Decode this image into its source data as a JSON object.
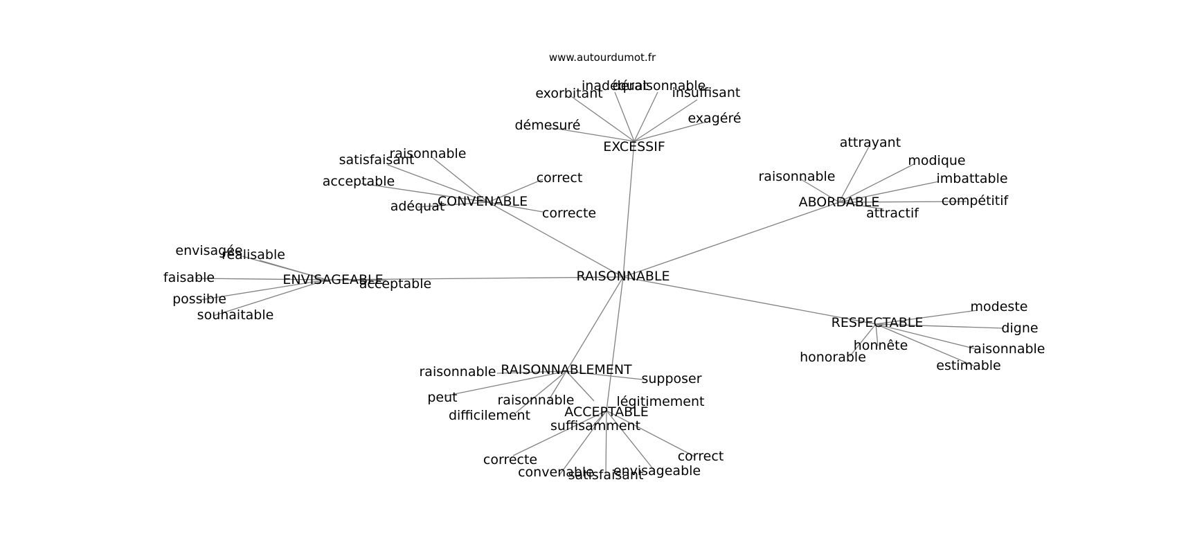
{
  "source": "www.autourdumot.fr",
  "center": "RAISONNABLE",
  "hubs": [
    {
      "label": "EXCESSIF",
      "words": [
        "inadéquat",
        "déraisonnable",
        "exorbitant",
        "insuffisant",
        "exagéré",
        "démesuré"
      ]
    },
    {
      "label": "CONVENABLE",
      "words": [
        "raisonnable",
        "satisfaisant",
        "acceptable",
        "correct",
        "adéquat",
        "correcte"
      ]
    },
    {
      "label": "ABORDABLE",
      "words": [
        "attrayant",
        "modique",
        "raisonnable",
        "imbattable",
        "compétitif",
        "attractif"
      ]
    },
    {
      "label": "ENVISAGEABLE",
      "words": [
        "envisagée",
        "réalisable",
        "faisable",
        "possible",
        "souhaitable",
        "acceptable"
      ]
    },
    {
      "label": "RESPECTABLE",
      "words": [
        "modeste",
        "digne",
        "raisonnable",
        "honnête",
        "honorable",
        "estimable"
      ]
    },
    {
      "label": "RAISONNABLEMENT",
      "words": [
        "raisonnable",
        "supposer",
        "peut",
        "raisonnable",
        "légitimement",
        "difficilement"
      ]
    },
    {
      "label": "ACCEPTABLE",
      "words": [
        "suffisamment",
        "correcte",
        "correct",
        "convenable",
        "satisfaisant",
        "envisageable"
      ]
    }
  ]
}
